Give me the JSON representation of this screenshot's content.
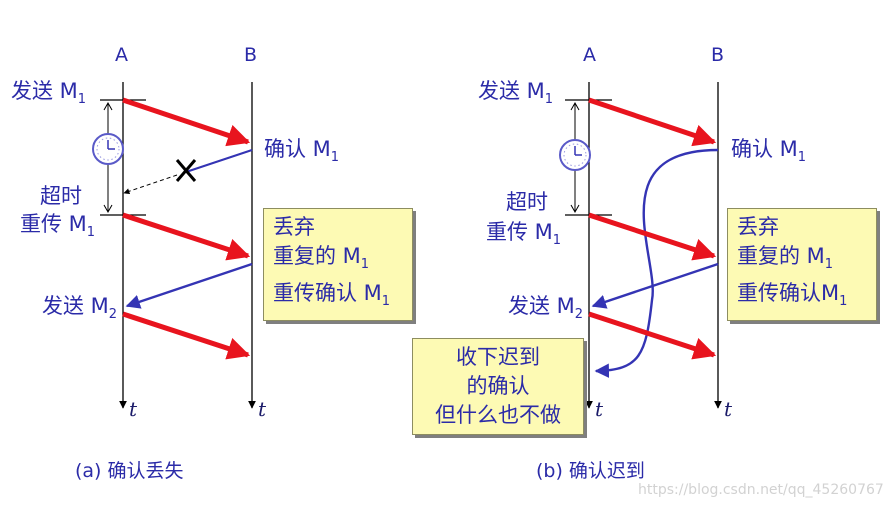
{
  "panel_a": {
    "host_a": "A",
    "host_b": "B",
    "send_m1": "发送 M",
    "send_m1_sub": "1",
    "confirm_m1": "确认 M",
    "confirm_m1_sub": "1",
    "timeout": "超时",
    "resend_m1": "重传 M",
    "resend_m1_sub": "1",
    "send_m2": "发送 M",
    "send_m2_sub": "2",
    "box_line1": "丢弃",
    "box_line2": "重复的 M",
    "box_line2_sub": "1",
    "box_line3": "重传确认 M",
    "box_line3_sub": "1",
    "time_axis": "t",
    "caption": "(a) 确认丢失"
  },
  "panel_b": {
    "host_a": "A",
    "host_b": "B",
    "send_m1": "发送 M",
    "send_m1_sub": "1",
    "confirm_m1": "确认 M",
    "confirm_m1_sub": "1",
    "timeout": "超时",
    "resend_m1": "重传 M",
    "resend_m1_sub": "1",
    "send_m2": "发送 M",
    "send_m2_sub": "2",
    "box_line1": "丢弃",
    "box_line2": "重复的 M",
    "box_line2_sub": "1",
    "box_line3": "重传确认M",
    "box_line3_sub": "1",
    "late_line1": "收下迟到",
    "late_line2": "的确认",
    "late_line3": "但什么也不做",
    "time_axis": "t",
    "caption": "(b) 确认迟到"
  },
  "watermark": "https://blog.csdn.net/qq_45260767",
  "colors": {
    "text": "#2b2ba8",
    "data_arrow": "#e8141e",
    "ack_arrow": "#3434b4",
    "box_fill": "#fdfab4"
  }
}
